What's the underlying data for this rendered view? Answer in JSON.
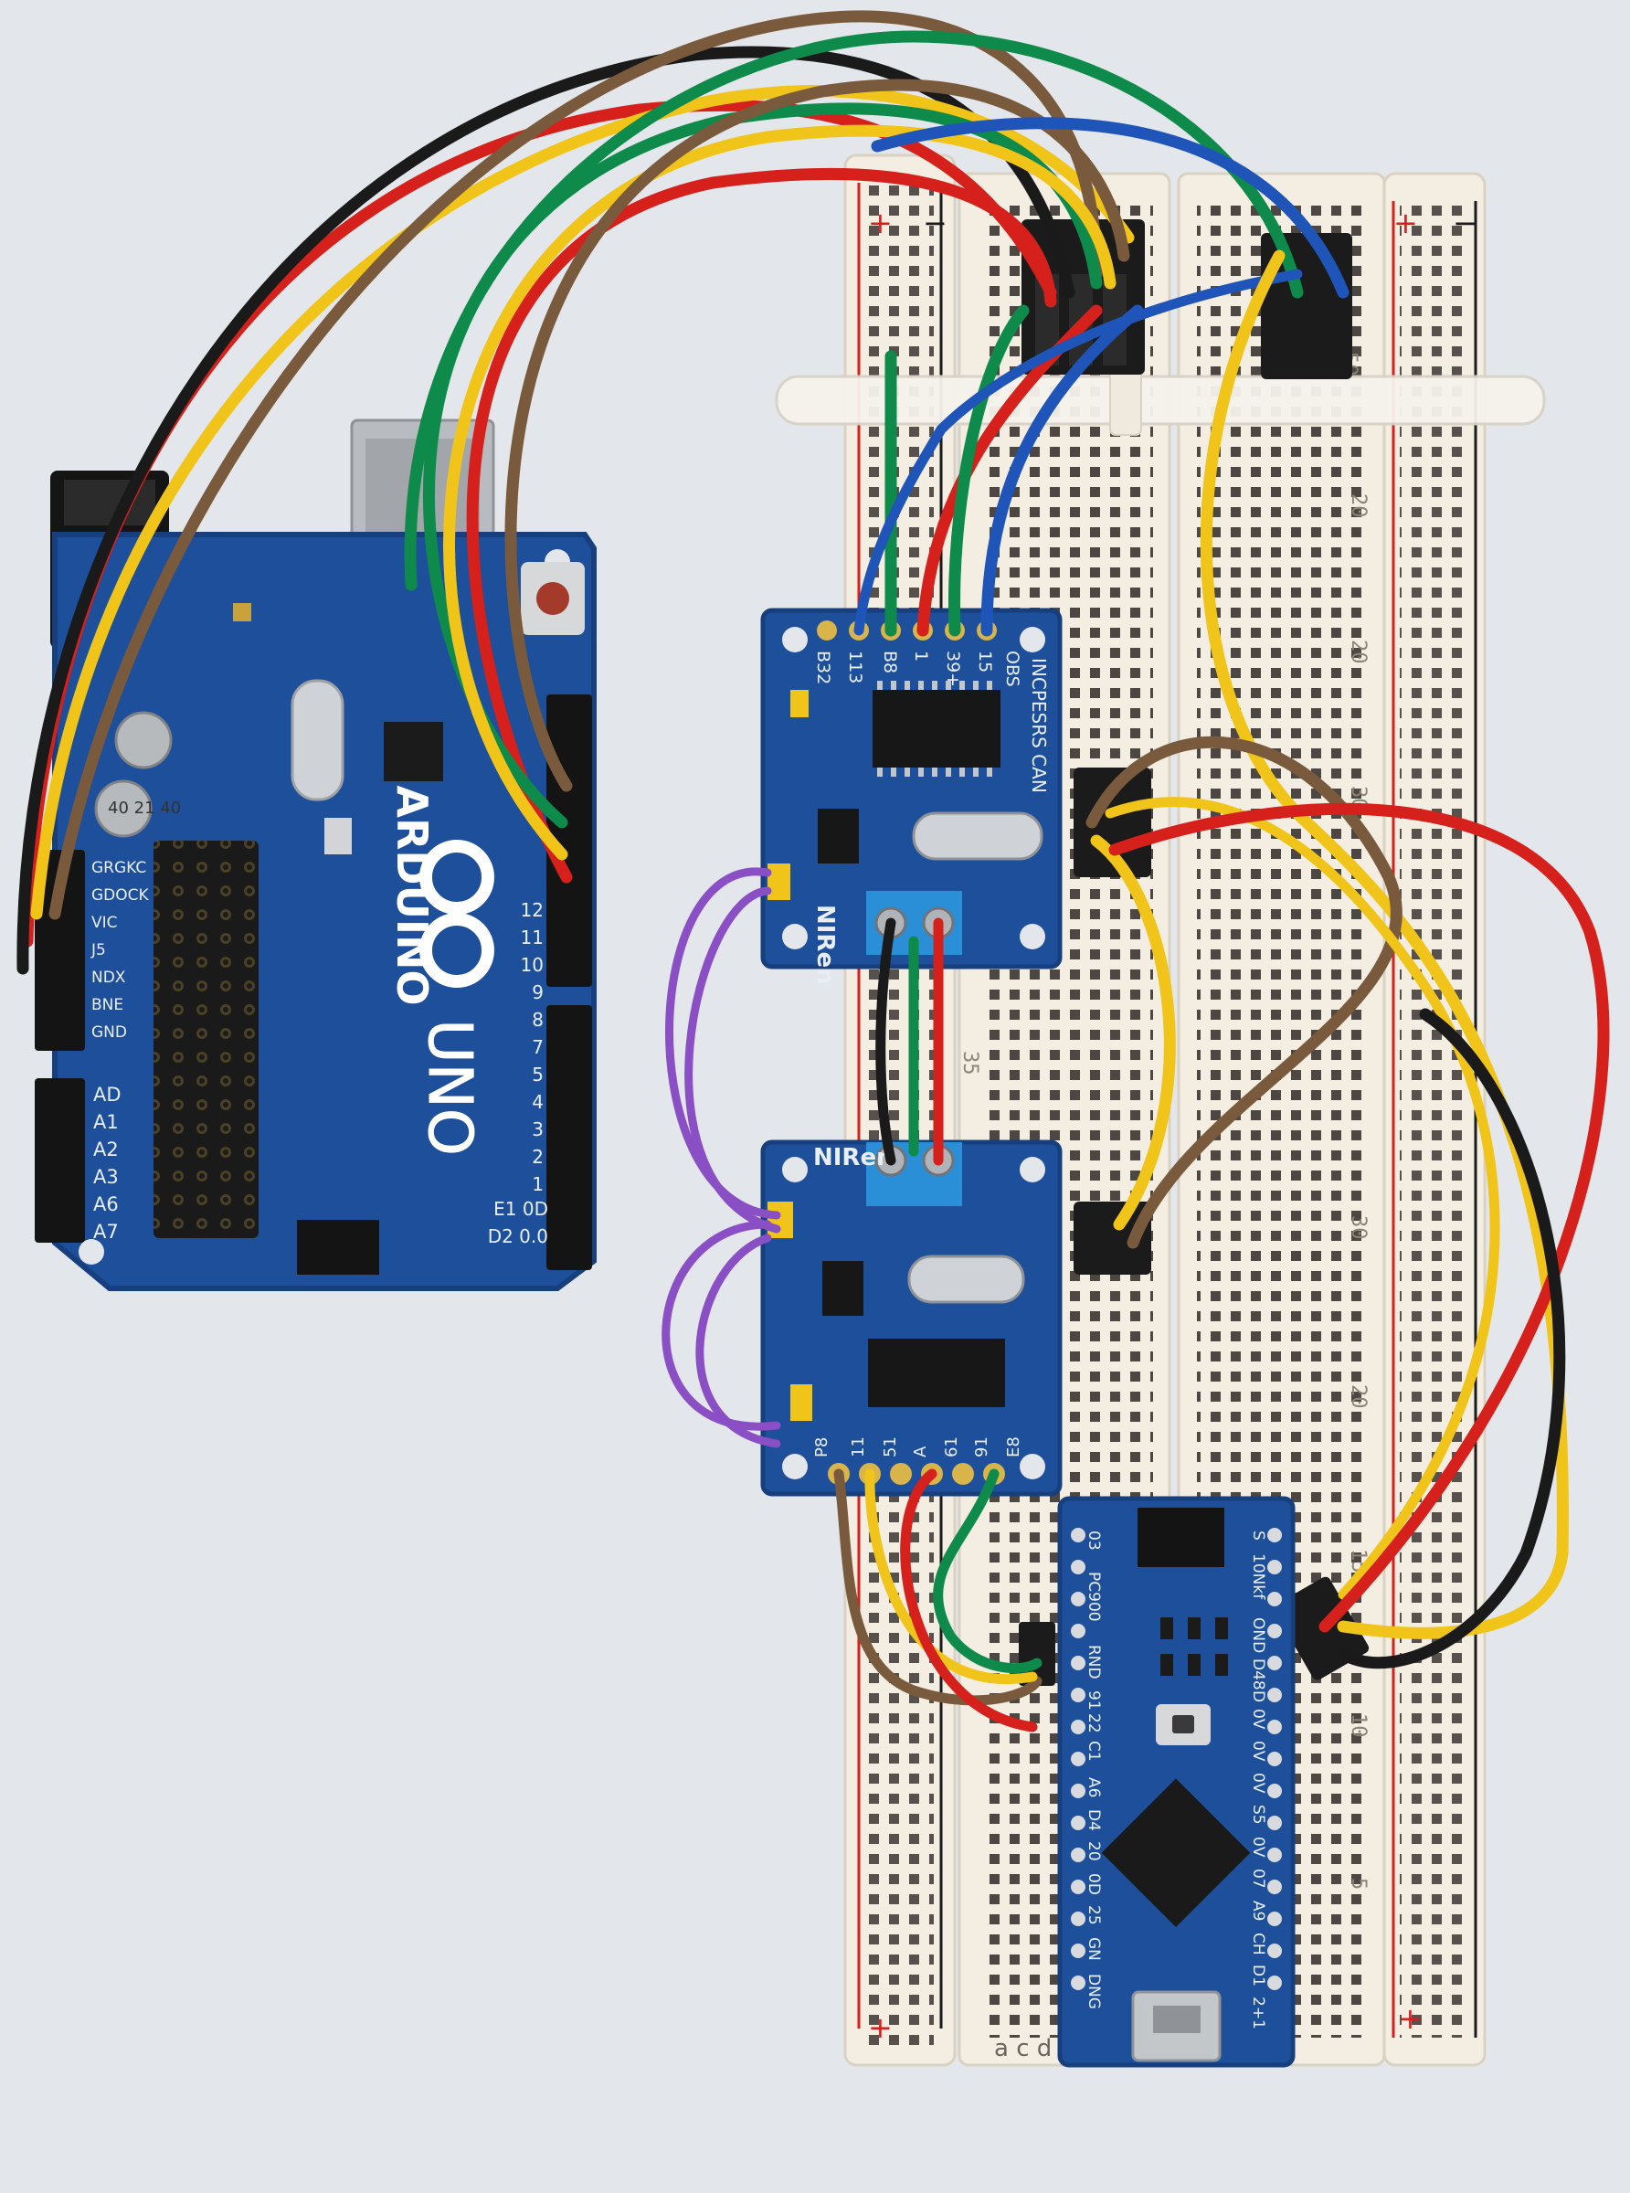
{
  "colors": {
    "background": "#e3e6ea",
    "breadboard": "#f3ede2",
    "pcb_blue": "#1d4f9a",
    "pcb_dark": "#173f7d",
    "wire_red": "#d5201c",
    "wire_black": "#1a1a1a",
    "wire_green": "#0e8a4a",
    "wire_yellow": "#f0c419",
    "wire_brown": "#7a5a3c",
    "wire_blue": "#1f55b8",
    "wire_purple": "#8a4fc4"
  },
  "uno": {
    "brand": "ARDUINO",
    "model": "UNO",
    "left_pins": [
      "GRGKC",
      "GDOCK",
      "VIC",
      "J5",
      "NDX",
      "BNE",
      "GND"
    ],
    "analog_pins": [
      "AD",
      "A1",
      "A2",
      "A3",
      "A6",
      "A7"
    ],
    "digital_pins": [
      "12",
      "11",
      "10",
      "9",
      "8",
      "7",
      "5",
      "4",
      "3",
      "2",
      "1"
    ],
    "bottom_labels": [
      "E1 0D",
      "D2 0.0"
    ],
    "capacitor_label": "40\n21\n40"
  },
  "can_top": {
    "title": "INCPESRS CAN",
    "brand": "NIRen",
    "pins": [
      "B32",
      "113",
      "B8",
      "1",
      "39+",
      "15",
      "OBS"
    ]
  },
  "can_bottom": {
    "brand": "NIRen",
    "pins": [
      "P8",
      "11",
      "51",
      "A",
      "61",
      "91",
      "E8"
    ]
  },
  "nano": {
    "left_pins": [
      "03",
      "PC900",
      "RND",
      "91",
      "22",
      "C1",
      "A6",
      "D4",
      "20",
      "0D",
      "25",
      "GN",
      "DNG"
    ],
    "right_pins": [
      "S",
      "10Nkf",
      "OND",
      "D48",
      "D",
      "0V",
      "0V",
      "0V",
      "S5",
      "0V",
      "07",
      "A9",
      "CH",
      "D1",
      "2+1"
    ]
  },
  "breadboard": {
    "row_numbers": [
      "50",
      "20",
      "20",
      "30",
      "35",
      "30",
      "20",
      "15",
      "10",
      "5"
    ],
    "plus": "+",
    "minus": "−",
    "col_letters": "a c d"
  }
}
